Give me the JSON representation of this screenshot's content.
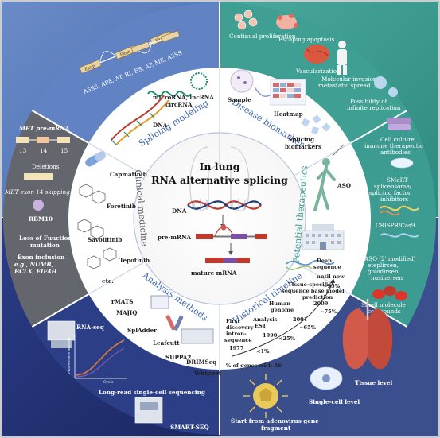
{
  "center": {
    "title_line1": "In lung",
    "title_line2": "RNA alternative splicing",
    "dna": "DNA",
    "pre_mrna": "pre-mRNA",
    "mature_mrna": "mature mRNA"
  },
  "sectors": {
    "splicing_modeling": "Splicing modeling",
    "disease_biomarker": "Disease biomarker",
    "potential_therapeutics": "Potential therapeutics",
    "historical_timeline": "Historical timeline",
    "analysis_methods": "Analysis methods",
    "clinical_medicine": "Clinical medicine"
  },
  "splicing": {
    "types": "A5SS, APA, AT, RI, ES, AP, ME, A3SS",
    "exon": "Exon",
    "rna_types_line1": "microRNA, lncRNA",
    "rna_types_line2": "circRNA",
    "dna": "DNA"
  },
  "disease": {
    "continual_proliferation": "Continual proliferation",
    "escaping_apoptosis": "Escaping apoptosis",
    "vascularization": "Vascularization",
    "molecular_invasion": "Molecular invasion metastatic spread",
    "infinite_replication": "Possibility of infinite replication",
    "sample": "Sample",
    "heatmap": "Heatmap",
    "splicing_biomarkers": "Splicing biomarkers"
  },
  "therapeutics": {
    "cell_culture": "Cell culture immune therapeutic antibodies",
    "smart": "SMaRT spliceosome/ splicing factor inhibitors",
    "crispr": "CRISPR/Cas9",
    "aso_modified": "ASO (2' modified) eteplirsen, golodirsen, nusinersen",
    "small_molecule": "Small molecule compounds",
    "aso": "ASO"
  },
  "timeline": {
    "first_discovery": "First discovery intron-sequence",
    "y1977": "1977",
    "lt1": "<1%",
    "analysis_est": "Analysis EST",
    "y1990": "1990",
    "lt25": "<25%",
    "human_genome": "Human genome",
    "y2001": "2001",
    "p65": "~65%",
    "tissue_specific": "Tissue-specific sequence base model prediction",
    "y2009": "2009",
    "p75": "~75%",
    "deep_sequence": "Deep sequence until now",
    "p95": "~95%",
    "pct_genes": "% of genes with AS",
    "tissue_level": "Tissue level",
    "single_cell_level": "Single-cell level",
    "adenovirus": "Start from adenovirus gene fragment"
  },
  "analysis": {
    "rmats": "rMATS",
    "majiq": "MAJIQ",
    "spladder": "SplAdder",
    "leafcutt": "Leafcutt",
    "suppa2": "SUPPA2",
    "drimseq": "DRIMSeq",
    "whippet": "Whippet",
    "rna_seq": "RNA-seq",
    "long_read": "Long-read single-cell sequencing",
    "smart_seq": "SMART-SEQ",
    "cycle": "Cycle",
    "fluorescence": "Fluorescence intensity"
  },
  "clinical": {
    "met_pre_mrna": "MET pre-mRNA",
    "e13": "13",
    "e14": "14",
    "e15": "15",
    "deletions": "Deletions",
    "met_skipping": "MET exon 14 skipping",
    "rbm10": "RBM10",
    "loss_of_function": "Loss of Function mutation",
    "exon_inclusion": "Exon inclusion e.g., NUMB, BCLX, EIF4H",
    "capmatinib": "Capmatinib",
    "foretinib": "Foretinib",
    "savolitinib": "Savolitinib",
    "tepotinib": "Tepotinib",
    "etc": "etc."
  },
  "colors": {
    "blue": "#5576b8",
    "teal": "#3d9c91",
    "grey": "#63666d",
    "navy": "#283a7e",
    "sector_text": "#3f67b0",
    "ring": "#ffffff"
  }
}
